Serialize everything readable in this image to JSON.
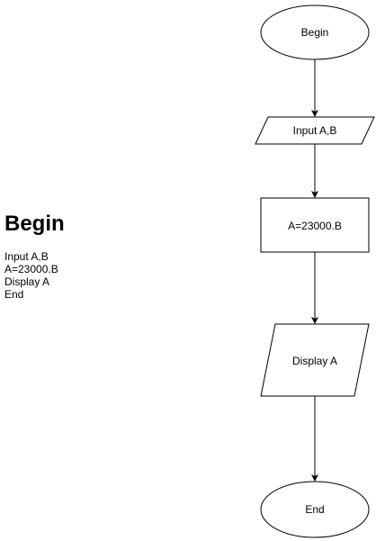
{
  "pseudocode": {
    "title": "Begin",
    "lines": [
      "Input A,B",
      "A=23000.B",
      "Display A",
      "End"
    ]
  },
  "flowchart": {
    "start_label": "Begin",
    "input_label": "Input A,B",
    "process_label": "A=23000.B",
    "output_label": "Display A",
    "end_label": "End"
  },
  "colors": {
    "stroke": "#000000",
    "fill": "#ffffff",
    "text": "#000000"
  }
}
